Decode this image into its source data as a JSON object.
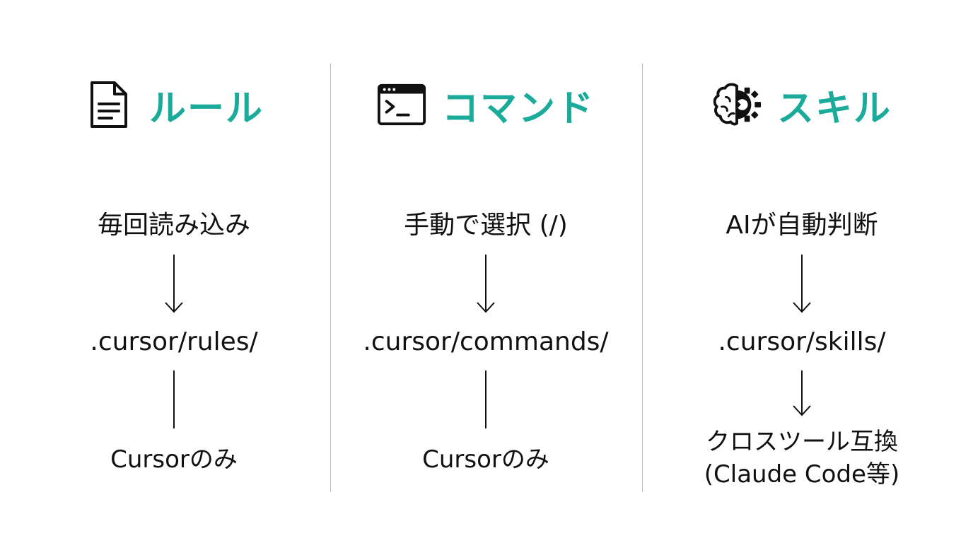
{
  "columns": [
    {
      "icon": "document-icon",
      "title": "ルール",
      "trigger": "毎回読み込み",
      "path": ".cursor/rules/",
      "scope": "Cursorのみ"
    },
    {
      "icon": "terminal-icon",
      "title": "コマンド",
      "trigger": "手動で選択 (/)",
      "path": ".cursor/commands/",
      "scope": "Cursorのみ"
    },
    {
      "icon": "brain-gear-icon",
      "title": "スキル",
      "trigger": "AIが自動判断",
      "path": ".cursor/skills/",
      "scope_line1": "クロスツール互換",
      "scope_line2": "(Claude Code等)"
    }
  ],
  "colors": {
    "accent": "#1aab9b",
    "text": "#111111",
    "divider": "#bdbdbd"
  }
}
